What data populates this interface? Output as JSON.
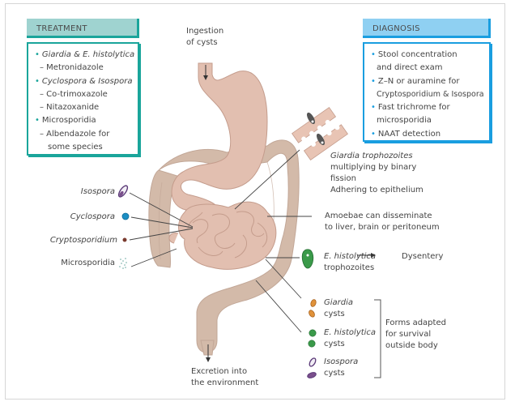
{
  "treatment": {
    "title": "TREATMENT",
    "items": [
      {
        "organism": "Giardia & E. histolytica",
        "drugs": [
          "– Metronidazole"
        ]
      },
      {
        "organism": "Cyclospora & Isospora",
        "drugs": [
          "– Co-trimoxazole",
          "– Nitazoxanide"
        ]
      },
      {
        "organism": "Microsporidia",
        "drugs": [
          "– Albendazole for",
          "some species"
        ]
      }
    ]
  },
  "diagnosis": {
    "title": "DIAGNOSIS",
    "items": [
      {
        "lines": [
          "Stool concentration",
          "and direct exam"
        ]
      },
      {
        "lines": [
          "Z–N or auramine for",
          "Cryptosporidium & Isospora"
        ]
      },
      {
        "lines": [
          "Fast trichrome for",
          "microsporidia"
        ]
      },
      {
        "lines": [
          "NAAT detection"
        ]
      }
    ]
  },
  "labels": {
    "ingestion": [
      "Ingestion",
      "of cysts"
    ],
    "excretion": [
      "Excretion into",
      "the environment"
    ],
    "giardia_troph": [
      "Giardia trophozoites",
      "multiplying by binary",
      "fission",
      "Adhering to epithelium"
    ],
    "amoebae": [
      "Amoebae can disseminate",
      "to liver, brain or peritoneum"
    ],
    "ehist_troph": [
      "E. histolytica",
      "trophozoites"
    ],
    "dysentery": "Dysentery",
    "left_organisms": [
      "Isospora",
      "Cyclospora",
      "Cryptosporidium",
      "Microsporidia"
    ],
    "cysts": [
      {
        "name": "Giardia",
        "suffix": "cysts"
      },
      {
        "name": "E. histolytica",
        "suffix": "cysts"
      },
      {
        "name": "Isospora",
        "suffix": "cysts"
      }
    ],
    "forms_adapted": [
      "Forms adapted",
      "for survival",
      "outside body"
    ]
  },
  "colors": {
    "treatment_accent": "#1aa59b",
    "diagnosis_accent": "#1a9ee0",
    "stomach": "#e2bfb0",
    "colon": "#d3baa9",
    "isospora": "#7a4f8c",
    "cyclospora": "#1c8fc4",
    "cryptosporidium": "#7a3a2e",
    "ehistolytica": "#3a9a4a",
    "giardia": "#e0923a"
  }
}
